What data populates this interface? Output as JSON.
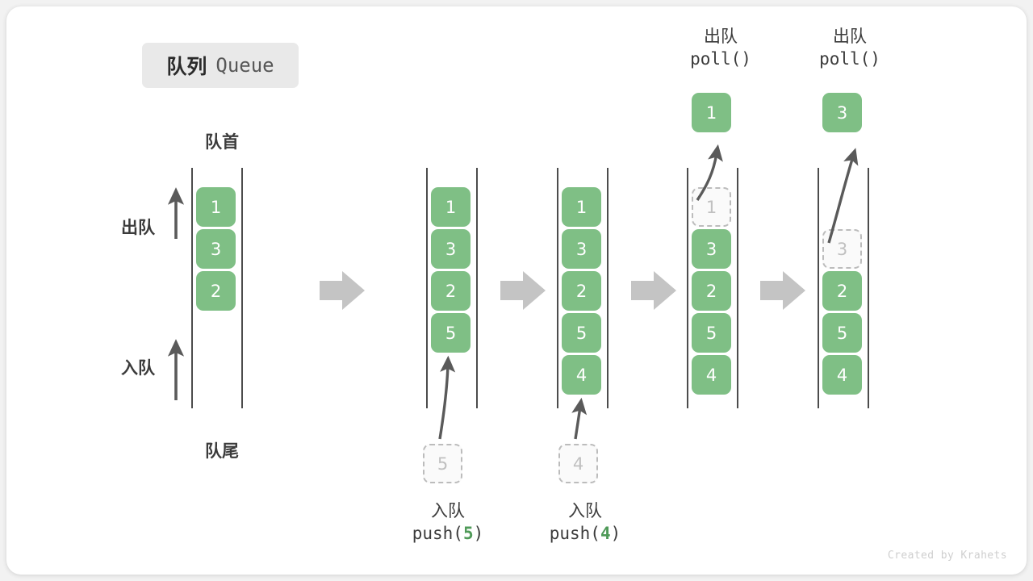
{
  "title": {
    "cn": "队列",
    "en": "Queue"
  },
  "labels": {
    "head": "队首",
    "tail": "队尾",
    "dequeue_side": "出队",
    "enqueue_side": "入队"
  },
  "colors": {
    "cell_fill": "#7fbf85",
    "cell_text": "#ffffff",
    "ghost_border": "#bcbcbc",
    "ghost_text": "#c0c0c0",
    "rail": "#4c4c4c",
    "step_arrow": "#c4c4c4",
    "thin_arrow": "#5a5a5a",
    "badge_bg": "#e9e9e9",
    "accent_num": "#4f9a58"
  },
  "columns": [
    {
      "id": "col-initial",
      "cells": [
        {
          "value": "1",
          "state": "filled"
        },
        {
          "value": "3",
          "state": "filled"
        },
        {
          "value": "2",
          "state": "filled"
        }
      ]
    },
    {
      "id": "col-after-push-5",
      "cells": [
        {
          "value": "1",
          "state": "filled"
        },
        {
          "value": "3",
          "state": "filled"
        },
        {
          "value": "2",
          "state": "filled"
        },
        {
          "value": "5",
          "state": "filled"
        }
      ],
      "incoming": {
        "value": "5",
        "state": "ghost"
      }
    },
    {
      "id": "col-after-push-4",
      "cells": [
        {
          "value": "1",
          "state": "filled"
        },
        {
          "value": "3",
          "state": "filled"
        },
        {
          "value": "2",
          "state": "filled"
        },
        {
          "value": "5",
          "state": "filled"
        },
        {
          "value": "4",
          "state": "filled"
        }
      ],
      "incoming": {
        "value": "4",
        "state": "ghost"
      }
    },
    {
      "id": "col-after-poll-1",
      "cells": [
        {
          "value": "1",
          "state": "ghost"
        },
        {
          "value": "3",
          "state": "filled"
        },
        {
          "value": "2",
          "state": "filled"
        },
        {
          "value": "5",
          "state": "filled"
        },
        {
          "value": "4",
          "state": "filled"
        }
      ],
      "outgoing": {
        "value": "1",
        "state": "float"
      }
    },
    {
      "id": "col-after-poll-3",
      "cells": [
        {
          "value": "",
          "state": "empty"
        },
        {
          "value": "3",
          "state": "ghost"
        },
        {
          "value": "2",
          "state": "filled"
        },
        {
          "value": "5",
          "state": "filled"
        },
        {
          "value": "4",
          "state": "filled"
        }
      ],
      "outgoing": {
        "value": "3",
        "state": "float"
      }
    }
  ],
  "captions_bottom": [
    {
      "id": "push-5",
      "line1": "入队",
      "fn": "push(",
      "num": "5",
      "close": ")"
    },
    {
      "id": "push-4",
      "line1": "入队",
      "fn": "push(",
      "num": "4",
      "close": ")"
    }
  ],
  "captions_top": [
    {
      "id": "poll-1",
      "line1": "出队",
      "line2": "poll()"
    },
    {
      "id": "poll-2",
      "line1": "出队",
      "line2": "poll()"
    }
  ],
  "watermark": "Created by Krahets"
}
